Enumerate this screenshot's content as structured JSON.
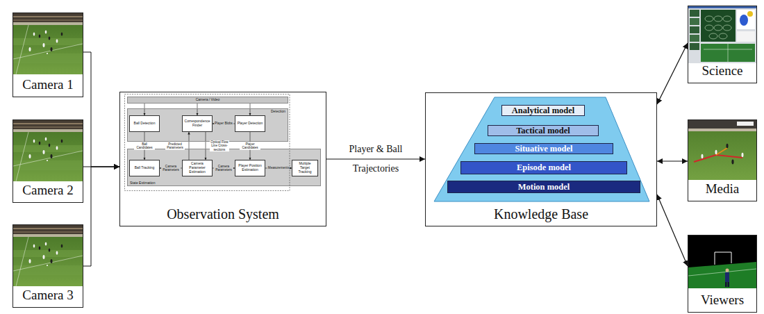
{
  "diagram": {
    "nodes": [
      {
        "text": [
          "Camera 1"
        ]
      },
      {
        "text": [
          "Camera 2"
        ]
      },
      {
        "text": [
          "Camera 3"
        ]
      },
      {
        "text": [
          "Observation System"
        ]
      },
      {
        "text": [
          "Camera / Video"
        ],
        "in": 3
      },
      {
        "text": [
          "Detection"
        ],
        "in": 3
      },
      {
        "text": [
          "Ball Detection"
        ],
        "in": 5
      },
      {
        "text": [
          "Correspondence Finder"
        ],
        "in": 5
      },
      {
        "text": [
          "Player Detection"
        ],
        "in": 5
      },
      {
        "text": [
          "State Estimation"
        ],
        "in": 3
      },
      {
        "text": [
          "Ball Tracking"
        ],
        "in": 9
      },
      {
        "text": [
          "Camera Parameter Estimation"
        ],
        "in": 9
      },
      {
        "text": [
          "Player Position Estimation"
        ],
        "in": 9
      },
      {
        "text": [
          "Multiple Target Tracking"
        ],
        "in": 9
      },
      {
        "text": [
          "Knowledge Base"
        ]
      },
      {
        "text": [
          "Analytical model"
        ],
        "in": 14
      },
      {
        "text": [
          "Tactical model"
        ],
        "in": 14
      },
      {
        "text": [
          "Situative model"
        ],
        "in": 14
      },
      {
        "text": [
          "Episode model"
        ],
        "in": 14
      },
      {
        "text": [
          "Motion model"
        ],
        "in": 14
      },
      {
        "text": [
          "Science"
        ]
      },
      {
        "text": [
          "Media"
        ]
      },
      {
        "text": [
          "Viewers"
        ]
      }
    ],
    "edges": [
      {
        "from": 0,
        "to": 3,
        "arrow": "to"
      },
      {
        "from": 1,
        "to": 3,
        "arrow": "to"
      },
      {
        "from": 2,
        "to": 3,
        "arrow": "to"
      },
      {
        "from": 4,
        "to": 6,
        "arrow": "to"
      },
      {
        "from": 4,
        "to": 7,
        "arrow": "to"
      },
      {
        "from": 4,
        "to": 8,
        "arrow": "to"
      },
      {
        "from": 6,
        "to": 10,
        "arrow": "to",
        "label": "Ball Candidates"
      },
      {
        "from": 11,
        "to": 7,
        "arrow": "to",
        "label": "Predicted Parameters"
      },
      {
        "from": 7,
        "to": 11,
        "arrow": "to",
        "label": "Optical Flow Line Cross-sections"
      },
      {
        "from": 8,
        "to": 7,
        "arrow": "to",
        "label": "Player Blobs"
      },
      {
        "from": 8,
        "to": 12,
        "arrow": "to",
        "label": "Player Candidates"
      },
      {
        "from": 11,
        "to": 10,
        "arrow": "to",
        "label": "Camera Parameters"
      },
      {
        "from": 11,
        "to": 12,
        "arrow": "to",
        "label": "Camera Parameters"
      },
      {
        "from": 12,
        "to": 13,
        "arrow": "to",
        "label": "Measurements"
      },
      {
        "from": 3,
        "to": 14,
        "arrow": "to",
        "label": "Player & Ball Trajectories"
      },
      {
        "from": 14,
        "to": 20,
        "arrow": "both"
      },
      {
        "from": 14,
        "to": 21,
        "arrow": "both"
      },
      {
        "from": 14,
        "to": 22,
        "arrow": "both"
      }
    ]
  }
}
